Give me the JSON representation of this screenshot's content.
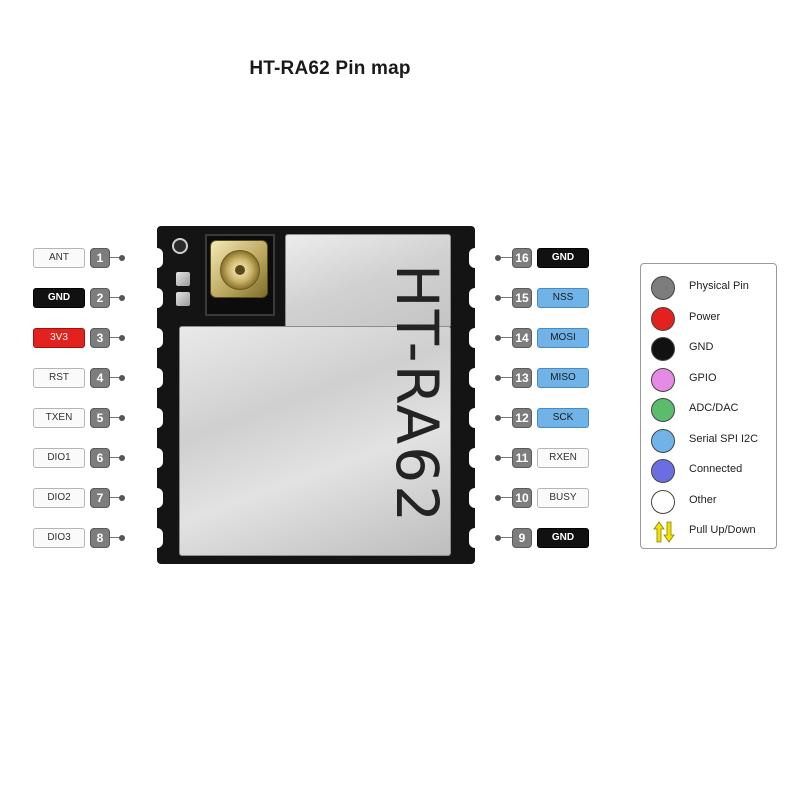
{
  "title": "HT-RA62 Pin map",
  "module": {
    "label": "HT-RA62"
  },
  "colors": {
    "physical": "#7d7d7d",
    "power": "#e3221f",
    "gnd": "#111111",
    "gpio": "#e58ae5",
    "adc": "#5bbd6b",
    "spi": "#6fb3e8",
    "connected": "#6b6de0",
    "other": "#ffffff",
    "pull": "#f2e200"
  },
  "pins_left": [
    {
      "num": "1",
      "label": "ANT",
      "type": "other"
    },
    {
      "num": "2",
      "label": "GND",
      "type": "gnd"
    },
    {
      "num": "3",
      "label": "3V3",
      "type": "power"
    },
    {
      "num": "4",
      "label": "RST",
      "type": "other"
    },
    {
      "num": "5",
      "label": "TXEN",
      "type": "other"
    },
    {
      "num": "6",
      "label": "DIO1",
      "type": "other"
    },
    {
      "num": "7",
      "label": "DIO2",
      "type": "other"
    },
    {
      "num": "8",
      "label": "DIO3",
      "type": "other"
    }
  ],
  "pins_right": [
    {
      "num": "16",
      "label": "GND",
      "type": "gnd"
    },
    {
      "num": "15",
      "label": "NSS",
      "type": "spi"
    },
    {
      "num": "14",
      "label": "MOSI",
      "type": "spi"
    },
    {
      "num": "13",
      "label": "MISO",
      "type": "spi"
    },
    {
      "num": "12",
      "label": "SCK",
      "type": "spi"
    },
    {
      "num": "11",
      "label": "RXEN",
      "type": "other"
    },
    {
      "num": "10",
      "label": "BUSY",
      "type": "other"
    },
    {
      "num": "9",
      "label": "GND",
      "type": "gnd"
    }
  ],
  "legend": [
    {
      "label": "Physical Pin",
      "swatch": "physical",
      "icon": "grey-circle-icon"
    },
    {
      "label": "Power",
      "swatch": "power",
      "icon": "red-circle-icon"
    },
    {
      "label": "GND",
      "swatch": "gnd",
      "icon": "black-circle-icon"
    },
    {
      "label": "GPIO",
      "swatch": "gpio",
      "icon": "pink-circle-icon"
    },
    {
      "label": "ADC/DAC",
      "swatch": "adc",
      "icon": "green-circle-icon"
    },
    {
      "label": "Serial SPI I2C",
      "swatch": "spi",
      "icon": "blue-circle-icon"
    },
    {
      "label": "Connected",
      "swatch": "connected",
      "icon": "purple-circle-icon"
    },
    {
      "label": "Other",
      "swatch": "other",
      "icon": "white-circle-icon"
    },
    {
      "label": "Pull Up/Down",
      "swatch": "pull",
      "icon": "up-down-arrows-icon"
    }
  ]
}
